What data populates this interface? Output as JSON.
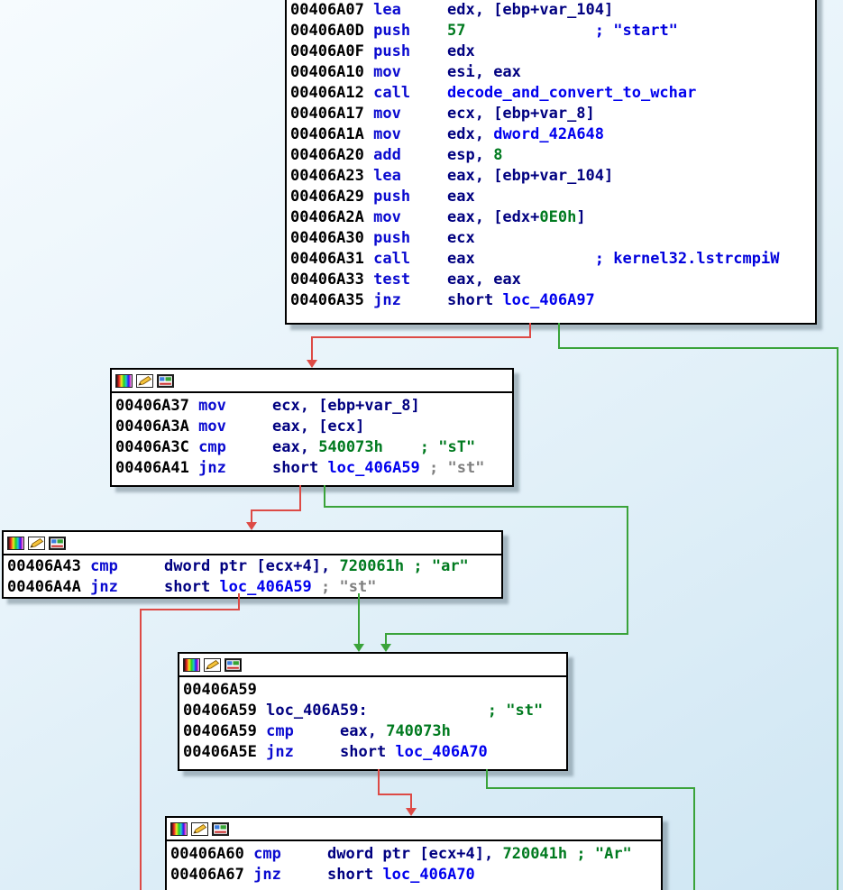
{
  "colors": {
    "bg_start": "#f6fbfe",
    "bg_mid": "#e7f3fa",
    "bg_end": "#cfe6f3",
    "node_bg": "#ffffff",
    "node_border": "#000000",
    "shadow": "rgba(104,124,136,0.5)",
    "edge_red": "#dd4a45",
    "edge_green": "#3aa33a",
    "tok_addr": "#000000",
    "tok_mn": "#0a0ad0",
    "tok_op": "#000080",
    "tok_num": "#007a1f",
    "tok_name": "#0000ee",
    "tok_cl": "#0000dd",
    "tok_cg": "#007a1f",
    "tok_cx": "#808080",
    "tok_lb": "#000080"
  },
  "header_icons": [
    {
      "name": "node-color-icon"
    },
    {
      "name": "edit-node-icon"
    },
    {
      "name": "group-node-icon"
    }
  ],
  "blocks": [
    {
      "id": "406A07",
      "has_header": false,
      "lines": [
        [
          [
            "addr",
            "00406A07 "
          ],
          [
            "mn",
            "lea"
          ],
          [
            "op",
            "     edx, [ebp+var_104]"
          ]
        ],
        [
          [
            "addr",
            "00406A0D "
          ],
          [
            "mn",
            "push"
          ],
          [
            "op",
            "    "
          ],
          [
            "num",
            "57"
          ],
          [
            "cl",
            "              ; \"start\""
          ]
        ],
        [
          [
            "addr",
            "00406A0F "
          ],
          [
            "mn",
            "push"
          ],
          [
            "op",
            "    edx"
          ]
        ],
        [
          [
            "addr",
            "00406A10 "
          ],
          [
            "mn",
            "mov"
          ],
          [
            "op",
            "     esi, eax"
          ]
        ],
        [
          [
            "addr",
            "00406A12 "
          ],
          [
            "mn",
            "call"
          ],
          [
            "op",
            "    "
          ],
          [
            "name",
            "decode_and_convert_to_wchar"
          ]
        ],
        [
          [
            "addr",
            "00406A17 "
          ],
          [
            "mn",
            "mov"
          ],
          [
            "op",
            "     ecx, [ebp+var_8]"
          ]
        ],
        [
          [
            "addr",
            "00406A1A "
          ],
          [
            "mn",
            "mov"
          ],
          [
            "op",
            "     edx, "
          ],
          [
            "name",
            "dword_42A648"
          ]
        ],
        [
          [
            "addr",
            "00406A20 "
          ],
          [
            "mn",
            "add"
          ],
          [
            "op",
            "     esp, "
          ],
          [
            "num",
            "8"
          ]
        ],
        [
          [
            "addr",
            "00406A23 "
          ],
          [
            "mn",
            "lea"
          ],
          [
            "op",
            "     eax, [ebp+var_104]"
          ]
        ],
        [
          [
            "addr",
            "00406A29 "
          ],
          [
            "mn",
            "push"
          ],
          [
            "op",
            "    eax"
          ]
        ],
        [
          [
            "addr",
            "00406A2A "
          ],
          [
            "mn",
            "mov"
          ],
          [
            "op",
            "     eax, [edx+"
          ],
          [
            "num",
            "0E0h"
          ],
          [
            "op",
            "]"
          ]
        ],
        [
          [
            "addr",
            "00406A30 "
          ],
          [
            "mn",
            "push"
          ],
          [
            "op",
            "    ecx"
          ]
        ],
        [
          [
            "addr",
            "00406A31 "
          ],
          [
            "mn",
            "call"
          ],
          [
            "op",
            "    eax"
          ],
          [
            "cl",
            "             ; kernel32.lstrcmpiW"
          ]
        ],
        [
          [
            "addr",
            "00406A33 "
          ],
          [
            "mn",
            "test"
          ],
          [
            "op",
            "    eax, eax"
          ]
        ],
        [
          [
            "addr",
            "00406A35 "
          ],
          [
            "mn",
            "jnz"
          ],
          [
            "op",
            "     short "
          ],
          [
            "name",
            "loc_406A97"
          ]
        ]
      ]
    },
    {
      "id": "406A37",
      "has_header": true,
      "lines": [
        [
          [
            "addr",
            "00406A37 "
          ],
          [
            "mn",
            "mov"
          ],
          [
            "op",
            "     ecx, [ebp+var_8]"
          ]
        ],
        [
          [
            "addr",
            "00406A3A "
          ],
          [
            "mn",
            "mov"
          ],
          [
            "op",
            "     eax, [ecx]"
          ]
        ],
        [
          [
            "addr",
            "00406A3C "
          ],
          [
            "mn",
            "cmp"
          ],
          [
            "op",
            "     eax, "
          ],
          [
            "num",
            "540073h"
          ],
          [
            "cg",
            "    ; \"sT\""
          ]
        ],
        [
          [
            "addr",
            "00406A41 "
          ],
          [
            "mn",
            "jnz"
          ],
          [
            "op",
            "     short "
          ],
          [
            "name",
            "loc_406A59"
          ],
          [
            "cx",
            " ; \"st\""
          ]
        ]
      ]
    },
    {
      "id": "406A43",
      "has_header": true,
      "lines": [
        [
          [
            "addr",
            "00406A43 "
          ],
          [
            "mn",
            "cmp"
          ],
          [
            "op",
            "     dword ptr [ecx+4], "
          ],
          [
            "num",
            "720061h"
          ],
          [
            "cg",
            " ; \"ar\""
          ]
        ],
        [
          [
            "addr",
            "00406A4A "
          ],
          [
            "mn",
            "jnz"
          ],
          [
            "op",
            "     short "
          ],
          [
            "name",
            "loc_406A59"
          ],
          [
            "cx",
            " ; \"st\""
          ]
        ]
      ]
    },
    {
      "id": "406A59",
      "has_header": true,
      "lines": [
        [
          [
            "addr",
            "00406A59"
          ]
        ],
        [
          [
            "addr",
            "00406A59 "
          ],
          [
            "lb",
            "loc_406A59:"
          ],
          [
            "cg",
            "             ; \"st\""
          ]
        ],
        [
          [
            "addr",
            "00406A59 "
          ],
          [
            "mn",
            "cmp"
          ],
          [
            "op",
            "     eax, "
          ],
          [
            "num",
            "740073h"
          ]
        ],
        [
          [
            "addr",
            "00406A5E "
          ],
          [
            "mn",
            "jnz"
          ],
          [
            "op",
            "     short "
          ],
          [
            "name",
            "loc_406A70"
          ]
        ]
      ]
    },
    {
      "id": "406A60",
      "has_header": true,
      "lines": [
        [
          [
            "addr",
            "00406A60 "
          ],
          [
            "mn",
            "cmp"
          ],
          [
            "op",
            "     dword ptr [ecx+4], "
          ],
          [
            "num",
            "720041h"
          ],
          [
            "cg",
            " ; \"Ar\""
          ]
        ],
        [
          [
            "addr",
            "00406A67 "
          ],
          [
            "mn",
            "jnz"
          ],
          [
            "op",
            "     short "
          ],
          [
            "name",
            "loc_406A70"
          ]
        ]
      ]
    }
  ],
  "edges": [
    {
      "from": "00406A35 jnz (not taken)",
      "to": "00406A37",
      "color": "red"
    },
    {
      "from": "00406A35 jnz (taken)",
      "to": "loc_406A97 (offscreen right)",
      "color": "green"
    },
    {
      "from": "00406A41 jnz (not taken)",
      "to": "00406A43",
      "color": "red"
    },
    {
      "from": "00406A41 jnz (taken)",
      "to": "loc_406A59",
      "color": "green"
    },
    {
      "from": "00406A4A jnz (taken)",
      "to": "loc_406A59",
      "color": "green"
    },
    {
      "from": "00406A4A jnz (not taken)",
      "to": "offscreen bottom left",
      "color": "red"
    },
    {
      "from": "00406A5E jnz (not taken)",
      "to": "00406A60",
      "color": "red"
    },
    {
      "from": "00406A5E jnz (taken)",
      "to": "loc_406A70 (offscreen bottom)",
      "color": "green"
    }
  ]
}
